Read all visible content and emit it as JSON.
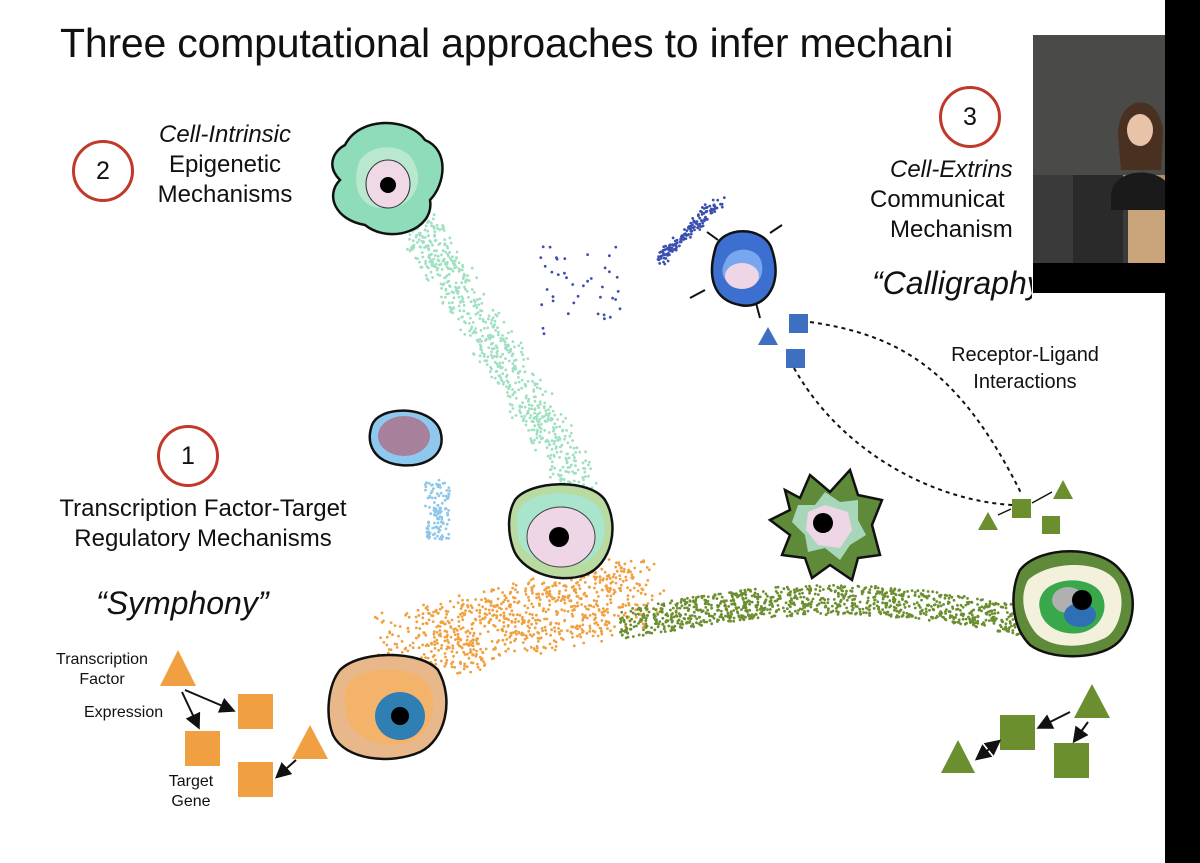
{
  "title": "Three computational approaches to infer mechani",
  "approach1": {
    "number": "1",
    "line1": "Transcription Factor-Target",
    "line2": "Regulatory Mechanisms",
    "nickname": "“Symphony”"
  },
  "approach2": {
    "number": "2",
    "line1": "Cell-Intrinsic",
    "line2": "Epigenetic",
    "line3": "Mechanisms"
  },
  "approach3": {
    "number": "3",
    "line1": "Cell-Extrins",
    "line2": "Communicat",
    "line3": "Mechanism",
    "nickname": "“Calligraphy"
  },
  "receptor_ligand": {
    "line1": "Receptor-Ligand",
    "line2": "Interactions"
  },
  "legend": {
    "tf_line1": "Transcription",
    "tf_line2": "Factor",
    "expression": "Expression",
    "target_line1": "Target",
    "target_line2": "Gene"
  },
  "colors": {
    "circle_red": "#c0392b",
    "orange": "#f0a040",
    "green": "#6b8e2f",
    "blue": "#3f6fc0",
    "mint": "#9fe0c0",
    "lightblue": "#8ec8e8"
  }
}
